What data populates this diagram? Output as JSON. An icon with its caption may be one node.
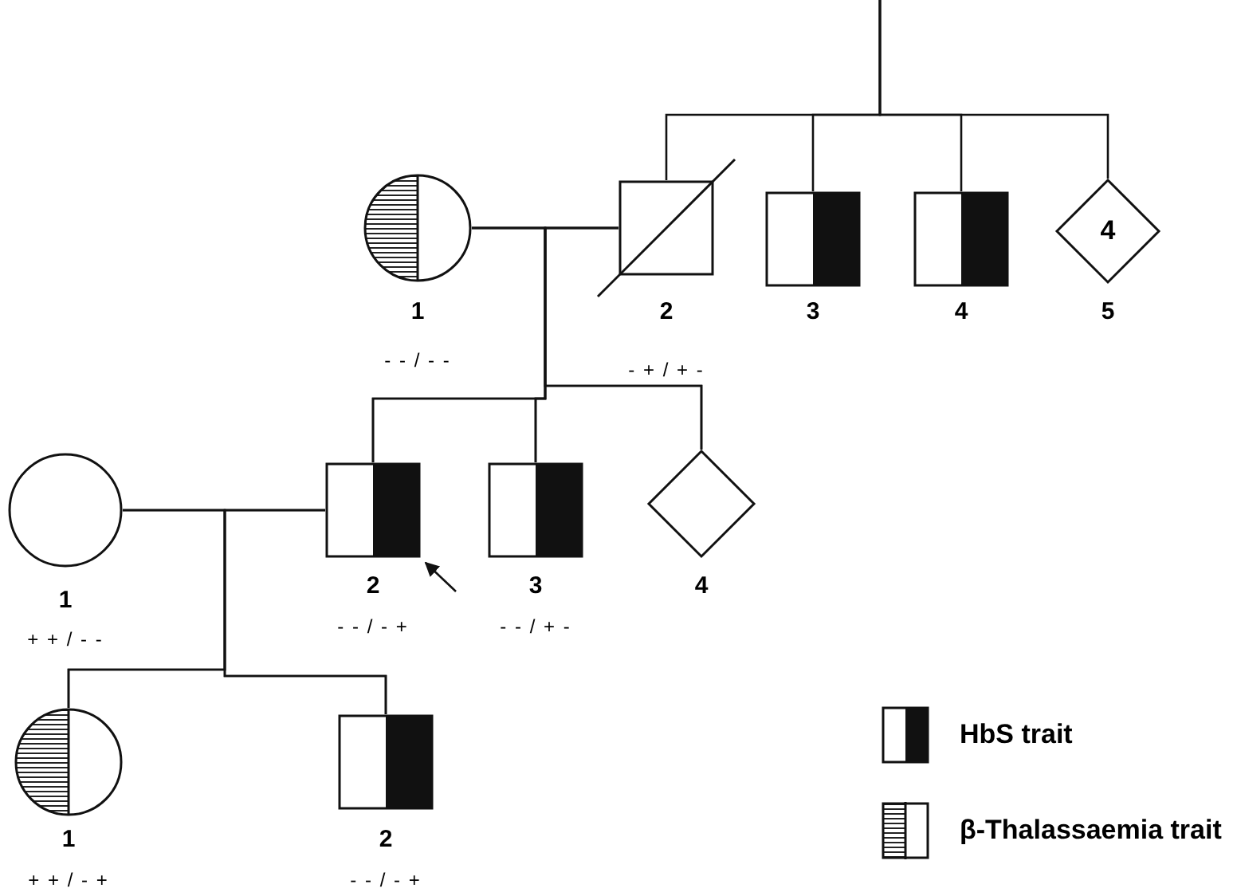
{
  "diagram": {
    "nodes": [
      {
        "text": [],
        "shape": "circle",
        "beside": [
          "1",
          "- - / - -"
        ]
      },
      {
        "text": [],
        "shape": "box",
        "beside": [
          "2",
          "- + / + -"
        ]
      },
      {
        "text": [],
        "shape": "box",
        "beside": [
          "3"
        ]
      },
      {
        "text": [],
        "shape": "box",
        "beside": [
          "4"
        ]
      },
      {
        "text": [
          "4"
        ],
        "beside": [
          "5"
        ]
      },
      {
        "text": [],
        "shape": "circle",
        "beside": [
          "1",
          "+ + / - -"
        ]
      },
      {
        "text": [],
        "shape": "box",
        "beside": [
          "2",
          "- - / - +"
        ]
      },
      {
        "text": [],
        "shape": "box",
        "beside": [
          "3",
          "- - / + -"
        ]
      },
      {
        "text": [],
        "shape": "diamond",
        "beside": [
          "4"
        ]
      },
      {
        "text": [],
        "shape": "circle",
        "beside": [
          "1",
          "+ + / - +"
        ]
      },
      {
        "text": [],
        "shape": "box",
        "beside": [
          "2",
          "- - / - +"
        ]
      }
    ],
    "edges": [
      {
        "from": 0,
        "to": 1,
        "arrow": "none"
      },
      {
        "from": null,
        "to": 1,
        "arrow": "none"
      },
      {
        "from": null,
        "to": 2,
        "arrow": "none"
      },
      {
        "from": null,
        "to": 3,
        "arrow": "none"
      },
      {
        "from": null,
        "to": 4,
        "arrow": "none"
      },
      {
        "from": 0,
        "to": 6,
        "arrow": "none"
      },
      {
        "from": 0,
        "to": 7,
        "arrow": "none"
      },
      {
        "from": 0,
        "to": 8,
        "arrow": "none"
      },
      {
        "from": 1,
        "to": 6,
        "arrow": "none"
      },
      {
        "from": 1,
        "to": 7,
        "arrow": "none"
      },
      {
        "from": 1,
        "to": 8,
        "arrow": "none"
      },
      {
        "from": 5,
        "to": 6,
        "arrow": "none"
      },
      {
        "from": 5,
        "to": 9,
        "arrow": "none"
      },
      {
        "from": 5,
        "to": 10,
        "arrow": "none"
      },
      {
        "from": 6,
        "to": 9,
        "arrow": "none"
      },
      {
        "from": 6,
        "to": 10,
        "arrow": "none"
      },
      {
        "from": null,
        "to": 6,
        "arrow": "to"
      }
    ],
    "legend": [
      {
        "text": "HbS trait"
      },
      {
        "text": "β-Thalassaemia trait"
      }
    ]
  }
}
